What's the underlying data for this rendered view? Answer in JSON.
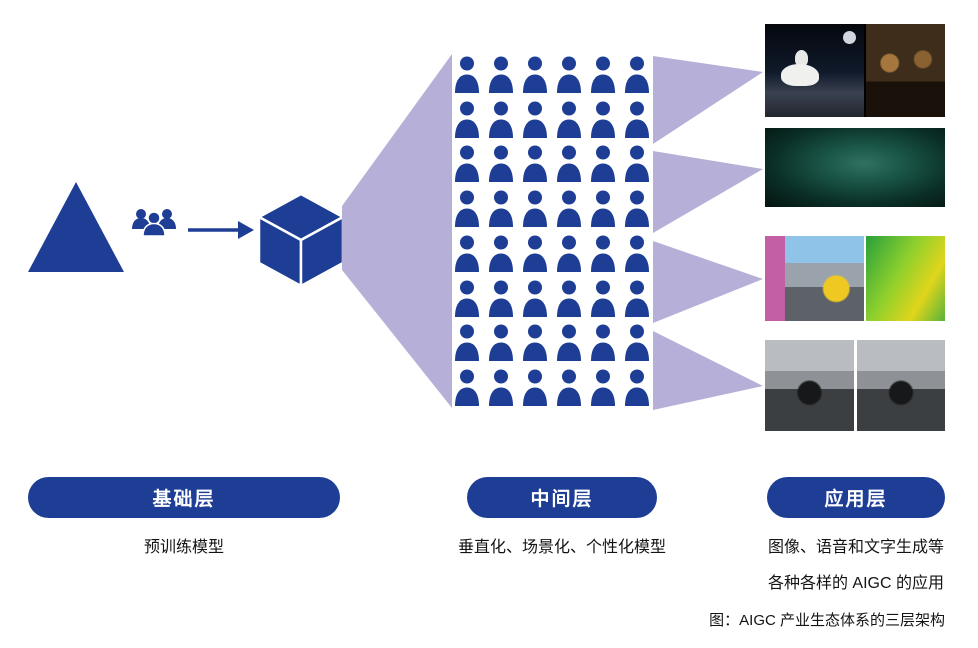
{
  "colors": {
    "primary": "#1e3e96",
    "funnel": "#b6b0d8"
  },
  "layers": [
    {
      "id": "base",
      "label": "基础层",
      "descriptions": [
        "预训练模型"
      ]
    },
    {
      "id": "middle",
      "label": "中间层",
      "descriptions": [
        "垂直化、场景化、个性化模型"
      ]
    },
    {
      "id": "app",
      "label": "应用层",
      "descriptions": [
        "图像、语音和文字生成等",
        "各种各样的 AIGC 的应用"
      ]
    }
  ],
  "caption": "图：AIGC 产业生态体系的三层架构",
  "people_grid": {
    "rows": 8,
    "cols": 6
  },
  "icons": {
    "triangle": "pretrained-model-triangle-icon",
    "users": "users-icon",
    "arrow": "arrow-right-icon",
    "cube": "model-cube-icon",
    "person": "person-icon"
  },
  "app_images": [
    {
      "name": "astronaut-on-horse-and-teddy-bears-at-computers"
    },
    {
      "name": "dark-teal-underwater-figure-artwork"
    },
    {
      "name": "street-photo-with-yellow-car-and-green-depth-map"
    },
    {
      "name": "grayscale-autonomous-driving-road-views"
    }
  ]
}
